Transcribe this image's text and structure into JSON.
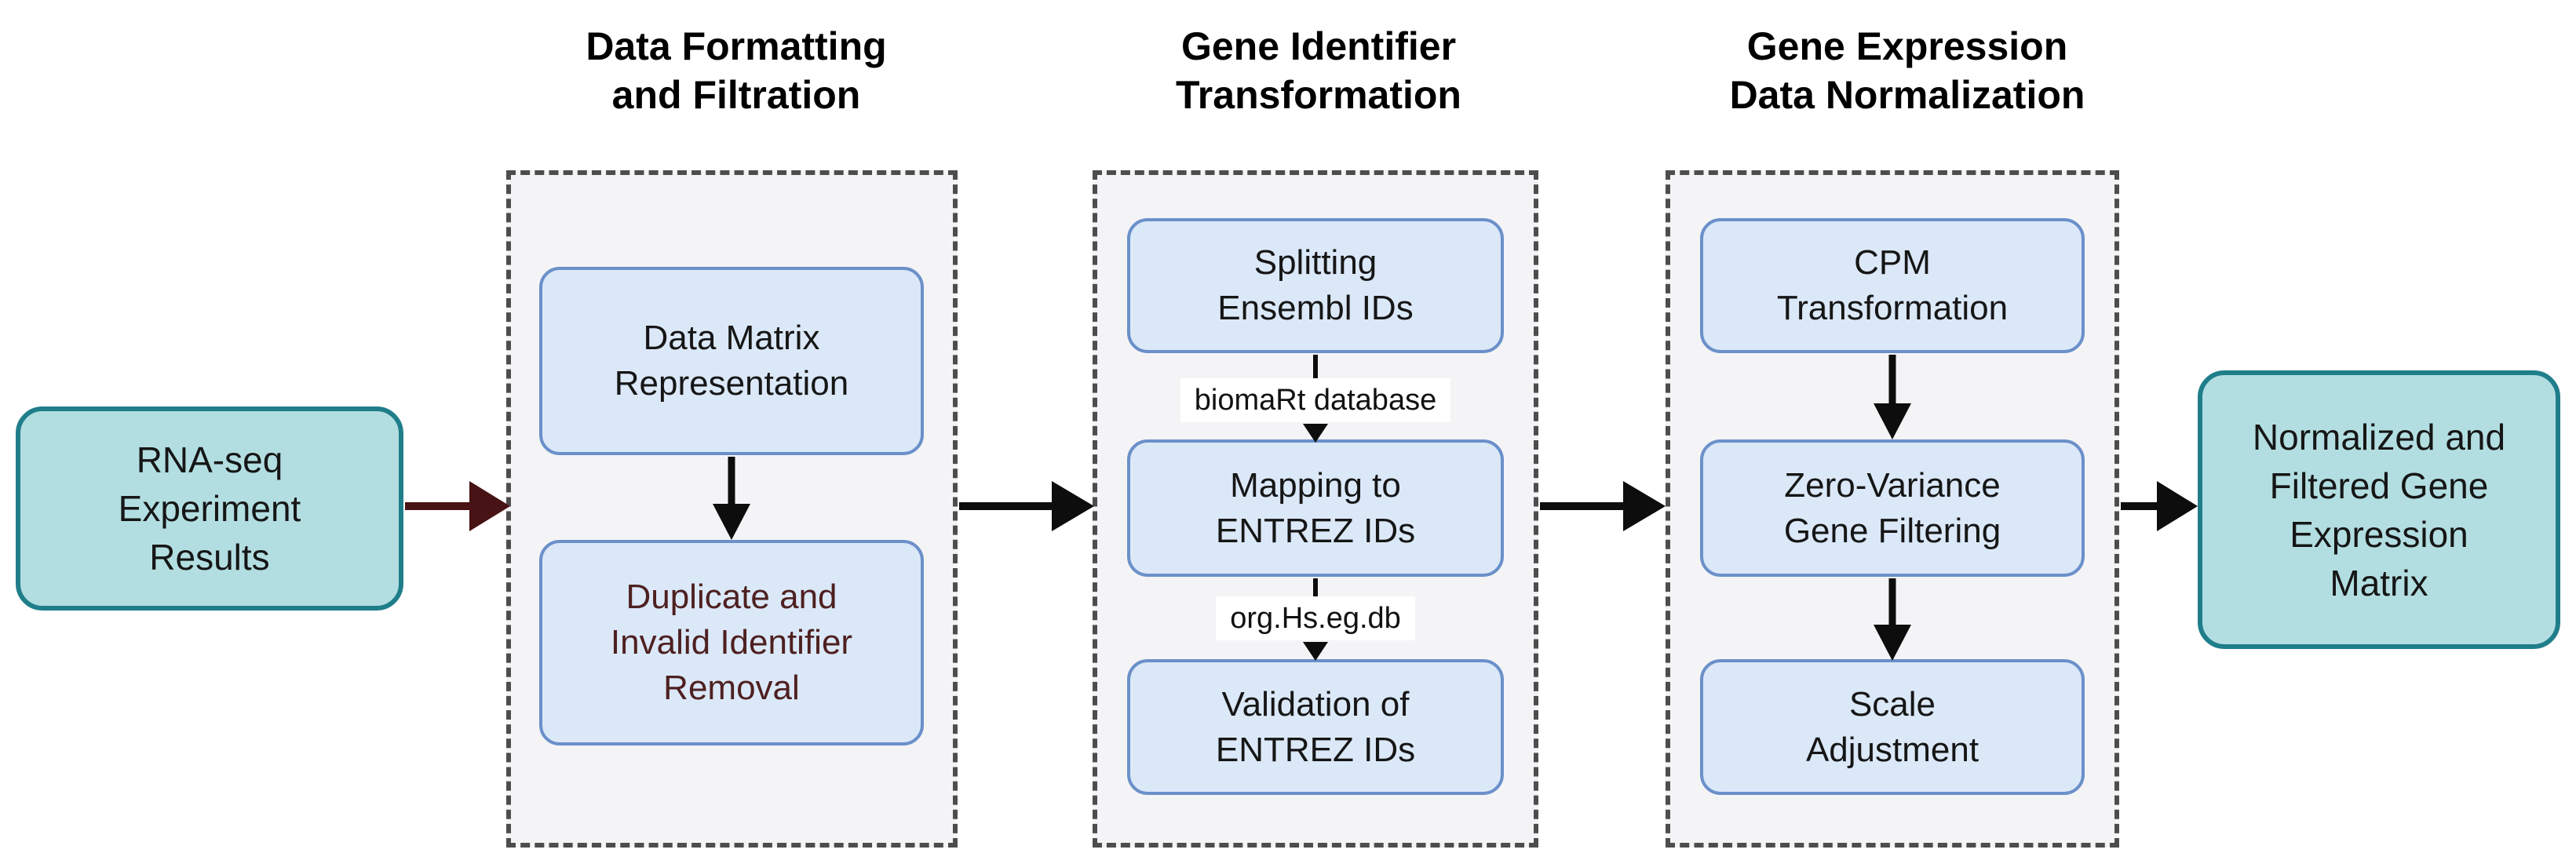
{
  "flow": {
    "input": {
      "label": "RNA-seq\nExperiment\nResults"
    },
    "output": {
      "label": "Normalized and\nFiltered Gene\nExpression\nMatrix"
    },
    "stages": [
      {
        "title": "Data Formatting\nand Filtration",
        "steps": [
          {
            "label": "Data Matrix\nRepresentation"
          },
          {
            "label": "Duplicate and\nInvalid Identifier\nRemoval"
          }
        ]
      },
      {
        "title": "Gene Identifier\nTransformation",
        "steps": [
          {
            "label": "Splitting\nEnsembl IDs"
          },
          {
            "label": "Mapping to\nENTREZ IDs"
          },
          {
            "label": "Validation of\nENTREZ IDs"
          }
        ],
        "connector_labels": [
          "biomaRt database",
          "org.Hs.eg.db"
        ]
      },
      {
        "title": "Gene Expression\nData Normalization",
        "steps": [
          {
            "label": "CPM\nTransformation"
          },
          {
            "label": "Zero-Variance\nGene Filtering"
          },
          {
            "label": "Scale\nAdjustment"
          }
        ]
      }
    ],
    "colors": {
      "teal_fill": "#b3dee1",
      "teal_border": "#1f7e8a",
      "blue_fill": "#dbe8f8",
      "blue_border": "#6b90ca",
      "panel_fill": "#f4f4f6",
      "panel_border": "#4d4d4d",
      "maroon_text": "#4e2020",
      "maroon_arrow": "#471315",
      "arrow_black": "#0d0d0d"
    }
  }
}
